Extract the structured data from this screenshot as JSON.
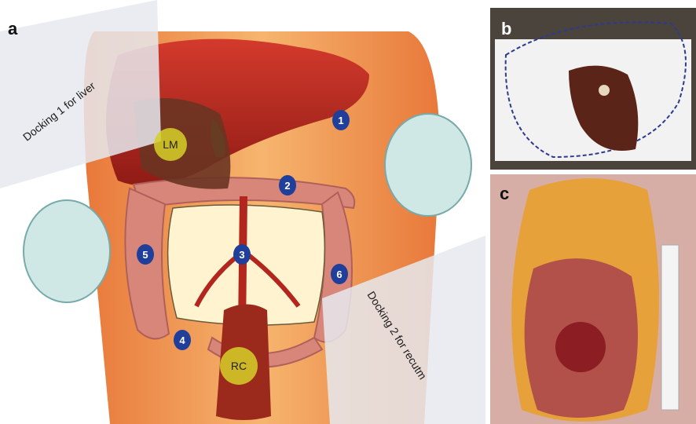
{
  "panels": {
    "a": {
      "label": "a"
    },
    "b": {
      "label": "b"
    },
    "c": {
      "label": "c"
    }
  },
  "tumors": {
    "liver_metastasis": "LM",
    "rectal_cancer": "RC"
  },
  "ports": [
    "1",
    "2",
    "3",
    "4",
    "5",
    "6"
  ],
  "docking": {
    "liver": "Docking 1 for liver",
    "rectum": "Docking 2 for recutm"
  },
  "colors": {
    "port_marker": "#1f3f9a",
    "tumor_marker": "#d6d028",
    "skin": "#f0a05a",
    "liver": "#b3261e",
    "colon": "#d9867a"
  }
}
